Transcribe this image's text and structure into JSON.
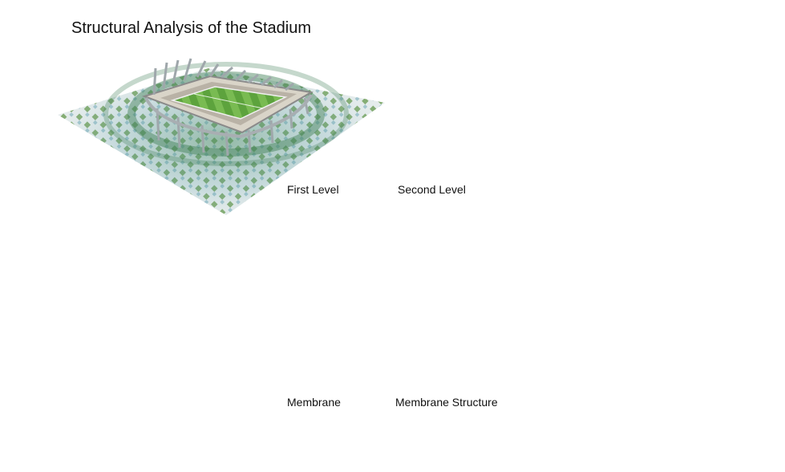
{
  "title": "Structural Analysis of the Stadium",
  "panels": [
    {
      "label": "First Level"
    },
    {
      "label": "Second Level"
    },
    {
      "label": "Membrane"
    },
    {
      "label": "Membrane Structure"
    }
  ]
}
